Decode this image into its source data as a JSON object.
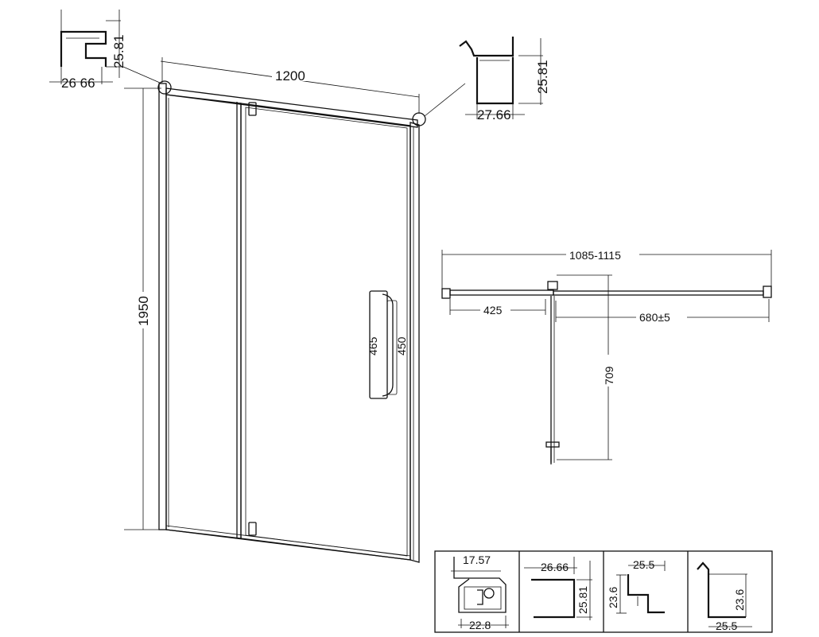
{
  "dimensions": {
    "profile_top_left_height": "25.81",
    "profile_top_left_width": "26 66",
    "overall_width": "1200",
    "profile_top_right_height": "25.81",
    "profile_top_right_width": "27.66",
    "overall_height": "1950",
    "handle_outer": "465",
    "handle_inner": "450",
    "install_range": "1085-1115",
    "fixed_part": "425",
    "door_opening": "680±5",
    "swing_depth": "709"
  },
  "profile_table": {
    "cells": [
      {
        "top": "17.57",
        "bottom": "22.8"
      },
      {
        "top": "26.66",
        "side": "25.81"
      },
      {
        "top": "25.5",
        "side": "23.6"
      },
      {
        "side": "23.6",
        "bottom": "25.5"
      }
    ]
  }
}
